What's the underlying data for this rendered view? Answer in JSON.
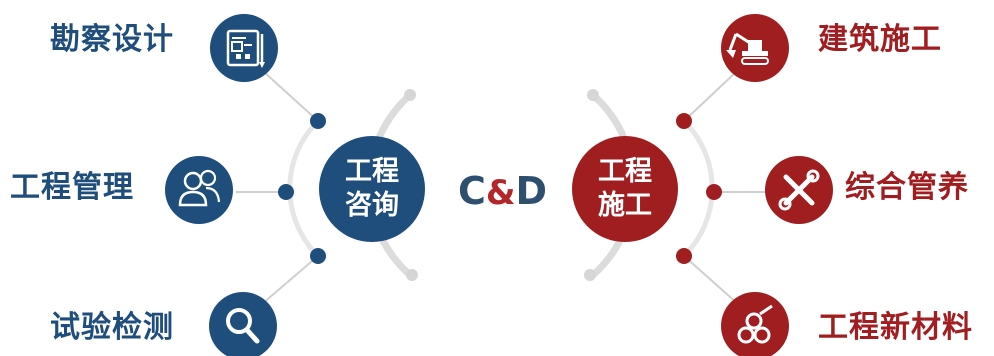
{
  "logo": {
    "c": "C",
    "amp": "&",
    "d": "D"
  },
  "left_hub": {
    "line1": "工程",
    "line2": "咨询",
    "color": "#1f4e7d"
  },
  "right_hub": {
    "line1": "工程",
    "line2": "施工",
    "color": "#a11e20"
  },
  "left_items": [
    {
      "label": "勘察设计",
      "icon": "blueprint-icon"
    },
    {
      "label": "工程管理",
      "icon": "users-icon"
    },
    {
      "label": "试验检测",
      "icon": "magnifier-icon"
    }
  ],
  "right_items": [
    {
      "label": "建筑施工",
      "icon": "excavator-icon"
    },
    {
      "label": "综合管养",
      "icon": "tools-icon"
    },
    {
      "label": "工程新材料",
      "icon": "materials-icon"
    }
  ],
  "colors": {
    "blue": "#1f4e7d",
    "red": "#a11e20",
    "arc": "#dcdcdc"
  }
}
